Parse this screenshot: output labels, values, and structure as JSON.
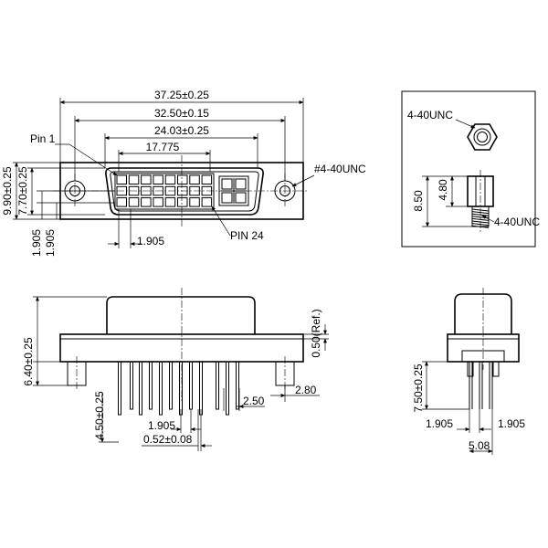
{
  "front_view": {
    "dim_overall_width": "37.25±0.25",
    "dim_mount_hole_spacing": "32.50±0.15",
    "dim_shell_width": "24.03±0.25",
    "dim_pin_field_width": "17.775",
    "label_pin_1": "Pin 1",
    "label_pin_24": "PIN 24",
    "label_thread": "#4-40UNC",
    "dim_flange_height": "9.90±0.25",
    "dim_shell_height": "7.70±0.25",
    "dim_row_pitch_a": "1.905",
    "dim_row_pitch_b": "1.905",
    "dim_pin_pitch": "1.905"
  },
  "standoff_detail": {
    "label_top": "4-40UNC",
    "dim_total_height": "8.50",
    "dim_hex_height": "4.80",
    "label_thread": "4-40UNC"
  },
  "side_view": {
    "dim_body_height": "6.40±0.25",
    "dim_flange_thickness": "0.50(Ref.)",
    "dim_pin_length": "4.50±0.25",
    "dim_pin_pitch": "1.905",
    "dim_pin_diameter": "0.52±0.08",
    "dim_offset_a": "2.50",
    "dim_offset_b": "2.80"
  },
  "end_view": {
    "dim_tail_length": "7.50±0.25",
    "dim_left_pitch": "1.905",
    "dim_right_pitch": "1.905",
    "dim_row_spacing": "5.08"
  }
}
